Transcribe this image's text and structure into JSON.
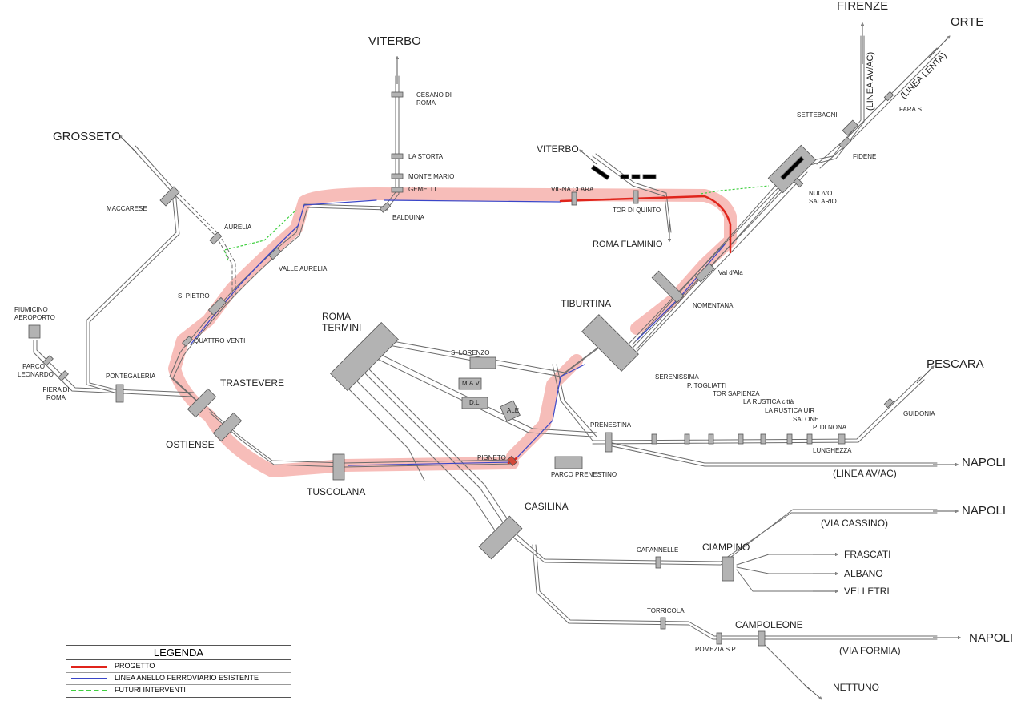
{
  "colors": {
    "project": "#e0241b",
    "existing": "#3a46c8",
    "future": "#3fcf3f",
    "halo": "#f4a7a2",
    "track": "#6b6b6b",
    "station": "#b3b3b3"
  },
  "directions": {
    "firenze": "FIRENZE",
    "linea_avac_top": "(LINEA AV/AC)",
    "orte": "ORTE",
    "linea_lenta": "(LINEA LENTA)",
    "viterbo_top": "VITERBO",
    "viterbo_mid": "VITERBO",
    "grosseto": "GROSSETO",
    "pescara": "PESCARA",
    "napoli_1": "NAPOLI",
    "linea_avac_bottom": "(LINEA AV/AC)",
    "napoli_2": "NAPOLI",
    "via_cassino": "(VIA CASSINO)",
    "frascati": "FRASCATI",
    "albano": "ALBANO",
    "velletri": "VELLETRI",
    "napoli_3": "NAPOLI",
    "via_formia": "(VIA FORMIA)",
    "nettuno": "NETTUNO",
    "roma_flaminio": "ROMA FLAMINIO"
  },
  "stations": {
    "settebagni": "SETTEBAGNI",
    "fara_s": "FARA S.",
    "fidene": "FIDENE",
    "nuovo_salario": "NUOVO SALARIO",
    "cesano": "CESANO DI ROMA",
    "la_storta": "LA STORTA",
    "monte_mario": "MONTE MARIO",
    "gemelli": "GEMELLI",
    "balduina": "BALDUINA",
    "vigna_clara": "VIGNA CLARA",
    "tor_di_quinto": "TOR DI QUINTO",
    "maccarese": "MACCARESE",
    "aurelia": "AURELIA",
    "valle_aurelia": "VALLE AURELIA",
    "s_pietro": "S. PIETRO",
    "quattro_venti": "QUATTRO VENTI",
    "fiumicino": "FIUMICINO AEROPORTO",
    "parco_leonardo": "PARCO LEONARDO",
    "fiera_di_roma": "FIERA DI ROMA",
    "pontegaleria": "PONTEGALERIA",
    "trastevere": "TRASTEVERE",
    "ostiense": "OSTIENSE",
    "tuscolana": "TUSCOLANA",
    "roma_termini": "ROMA TERMINI",
    "tiburtina": "TIBURTINA",
    "nomentana": "NOMENTANA",
    "val_d_ala": "Val d'Ala",
    "s_lorenzo": "S. LORENZO",
    "mav": "M.A.V.",
    "dl": "D.L.",
    "ale": "ALE",
    "pigneto": "PIGNETO",
    "parco_prenestino": "PARCO PRENESTINO",
    "prenestina": "PRENESTINA",
    "serenissima": "SERENISSIMA",
    "p_togliatti": "P. TOGLIATTI",
    "tor_sapienza": "TOR SAPIENZA",
    "la_rustica_citta": "LA RUSTICA città",
    "la_rustica_uir": "LA RUSTICA UIR",
    "salone": "SALONE",
    "p_di_nona": "P. DI NONA",
    "lunghezza": "LUNGHEZZA",
    "guidonia": "GUIDONIA",
    "casilina": "CASILINA",
    "capannelle": "CAPANNELLE",
    "ciampino": "CIAMPINO",
    "torricola": "TORRICOLA",
    "campoleone": "CAMPOLEONE",
    "pomezia": "POMEZIA S.P."
  },
  "legend": {
    "title": "LEGENDA",
    "items": [
      {
        "label": "PROGETTO",
        "color": "#e0241b"
      },
      {
        "label": "LINEA ANELLO FERROVIARIO ESISTENTE",
        "color": "#3a46c8"
      },
      {
        "label": "FUTURI INTERVENTI",
        "color": "#3fcf3f"
      }
    ]
  }
}
